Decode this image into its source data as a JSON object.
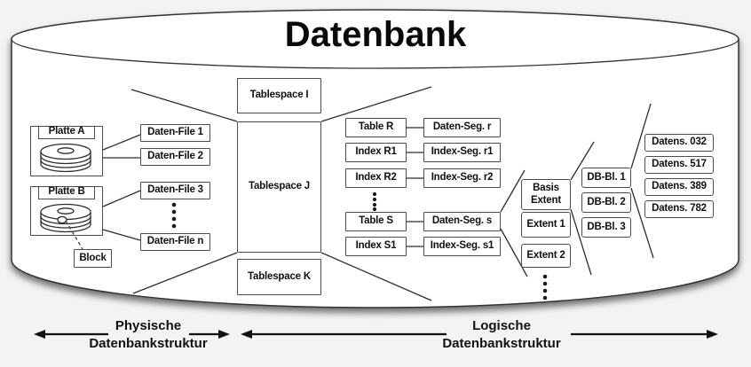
{
  "title": "Datenbank",
  "disks": {
    "a": "Platte A",
    "b": "Platte B",
    "block": "Block"
  },
  "files": [
    "Daten-File 1",
    "Daten-File 2",
    "Daten-File 3",
    "Daten-File n"
  ],
  "tablespaces": [
    "Tablespace I",
    "Tablespace J",
    "Tablespace K"
  ],
  "tables": [
    "Table R",
    "Index R1",
    "Index R2",
    "Table S",
    "Index S1"
  ],
  "segments": [
    "Daten-Seg. r",
    "Index-Seg. r1",
    "Index-Seg. r2",
    "Daten-Seg. s",
    "Index-Seg. s1"
  ],
  "extents": [
    "Basis Extent",
    "Extent 1",
    "Extent 2"
  ],
  "db_blocks": [
    "DB-Bl. 1",
    "DB-Bl. 2",
    "DB-Bl. 3"
  ],
  "records": [
    "Datens. 032",
    "Datens. 517",
    "Datens. 389",
    "Datens. 782"
  ],
  "legend": {
    "physical": [
      "Physische",
      "Datenbankstruktur"
    ],
    "logical": [
      "Logische",
      "Datenbankstruktur"
    ]
  },
  "icons": [
    "disk-icon",
    "block-marker-icon",
    "double-arrow-icon"
  ],
  "colors": {
    "background": "#f3f3f5",
    "cylinder_fill": "#ffffff",
    "box_border": "#4d4d4d",
    "line": "#2e2e2e",
    "text": "#101010"
  }
}
